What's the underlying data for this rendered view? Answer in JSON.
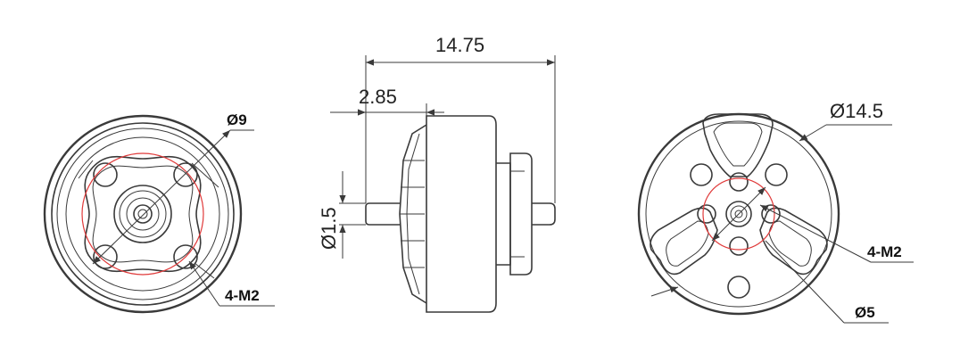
{
  "colors": {
    "line": "#3a3a3a",
    "hole_circle": "#e03a3a",
    "background": "#ffffff"
  },
  "front_view": {
    "diameter_label": "Ø9",
    "thread_label": "4-M2"
  },
  "side_view": {
    "total_length_label": "14.75",
    "shaft_length_label": "2.85",
    "shaft_diameter_label": "Ø1.5"
  },
  "rear_view": {
    "outer_diameter_label": "Ø14.5",
    "thread_label": "4-M2",
    "hole_circle_label": "Ø5"
  }
}
